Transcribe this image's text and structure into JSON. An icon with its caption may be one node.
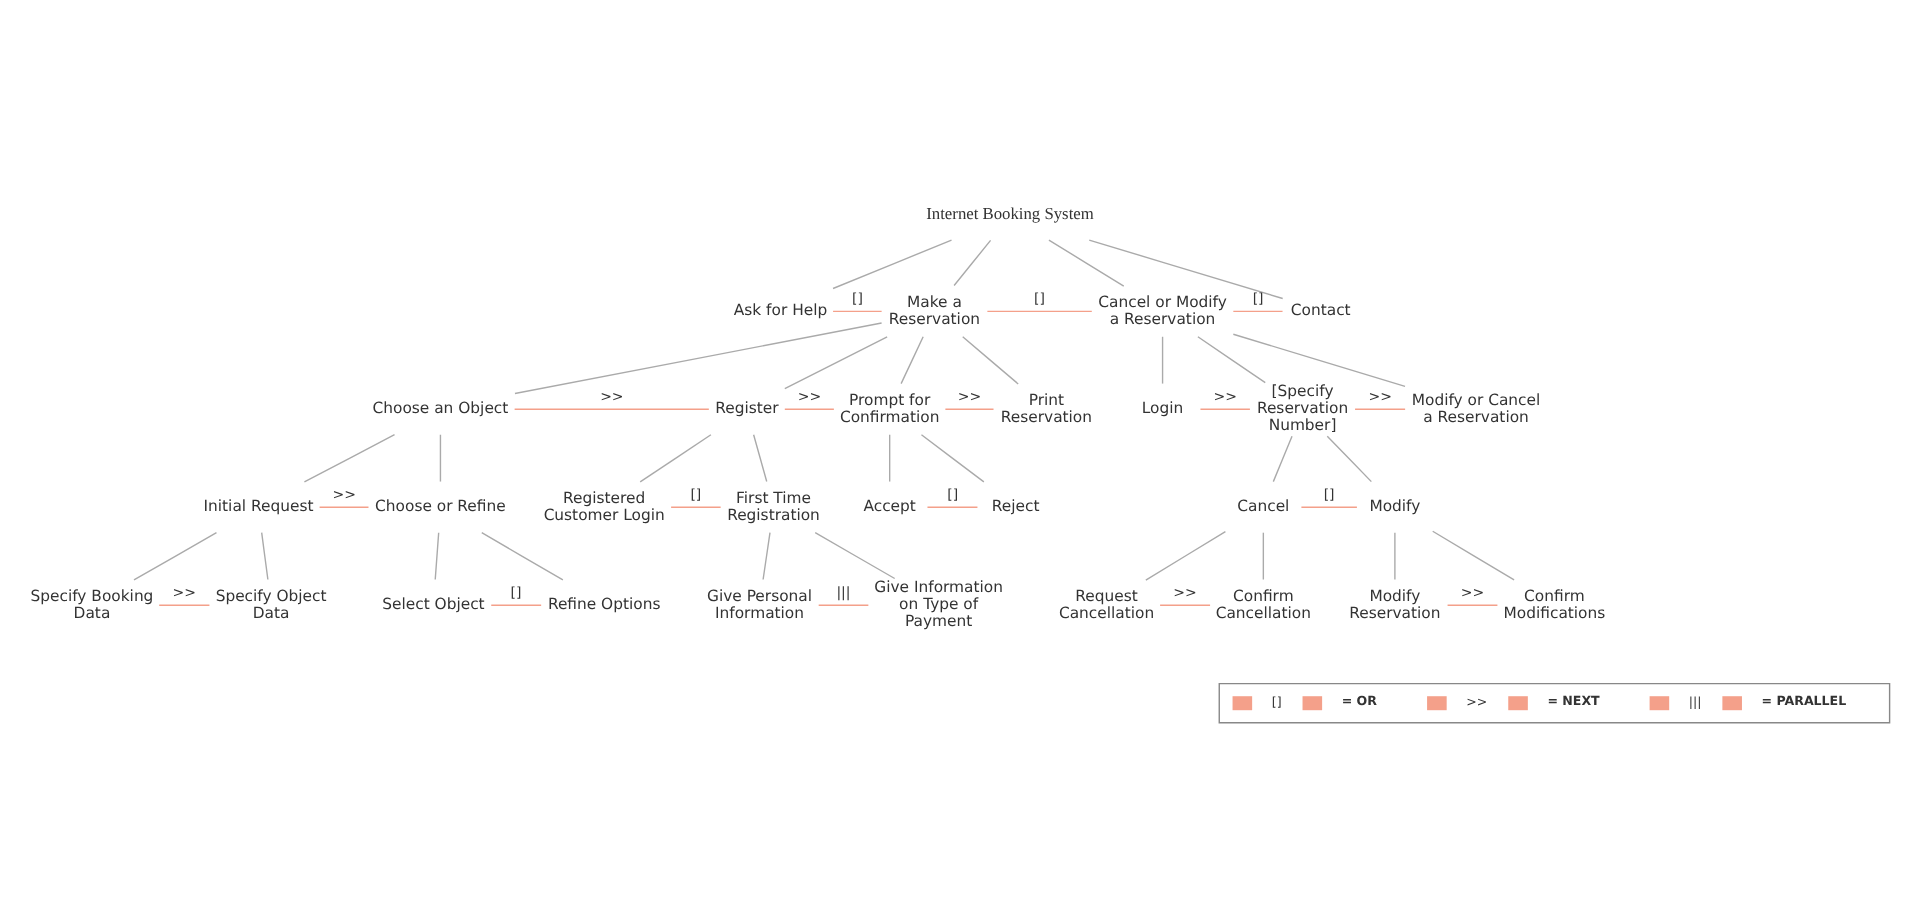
{
  "diagram": {
    "nodes": [
      {
        "text": [
          "Internet Booking System"
        ]
      },
      {
        "text": [
          "Ask for Help"
        ]
      },
      {
        "text": [
          "Make a Reservation"
        ]
      },
      {
        "text": [
          "Cancel or Modify a Reservation"
        ]
      },
      {
        "text": [
          "Contact"
        ]
      },
      {
        "text": [
          "Choose an Object"
        ]
      },
      {
        "text": [
          "Register"
        ]
      },
      {
        "text": [
          "Prompt for Confirmation"
        ]
      },
      {
        "text": [
          "Print Reservation"
        ]
      },
      {
        "text": [
          "Login"
        ]
      },
      {
        "text": [
          "[Specify Reservation Number]"
        ]
      },
      {
        "text": [
          "Modify or Cancel a Reservation"
        ]
      },
      {
        "text": [
          "Initial Request"
        ]
      },
      {
        "text": [
          "Choose or Refine"
        ]
      },
      {
        "text": [
          "Registered Customer Login"
        ]
      },
      {
        "text": [
          "First Time Registration"
        ]
      },
      {
        "text": [
          "Accept"
        ]
      },
      {
        "text": [
          "Reject"
        ]
      },
      {
        "text": [
          "Cancel"
        ]
      },
      {
        "text": [
          "Modify"
        ]
      },
      {
        "text": [
          "Specify Booking Data"
        ]
      },
      {
        "text": [
          "Specify Object Data"
        ]
      },
      {
        "text": [
          "Select Object"
        ]
      },
      {
        "text": [
          "Refine Options"
        ]
      },
      {
        "text": [
          "Give Personal Information"
        ]
      },
      {
        "text": [
          "Give Information on Type of Payment"
        ]
      },
      {
        "text": [
          "Request Cancellation"
        ]
      },
      {
        "text": [
          "Confirm Cancellation"
        ]
      },
      {
        "text": [
          "Modify Reservation"
        ]
      },
      {
        "text": [
          "Confirm Modifications"
        ]
      }
    ],
    "edges": [
      {
        "from": 0,
        "to": 1,
        "arrow": "none"
      },
      {
        "from": 0,
        "to": 2,
        "arrow": "none"
      },
      {
        "from": 0,
        "to": 3,
        "arrow": "none"
      },
      {
        "from": 0,
        "to": 4,
        "arrow": "none"
      },
      {
        "from": 1,
        "to": 2,
        "arrow": "none",
        "label": "[]",
        "color": "#f4a08a"
      },
      {
        "from": 2,
        "to": 3,
        "arrow": "none",
        "label": "[]",
        "color": "#f4a08a"
      },
      {
        "from": 3,
        "to": 4,
        "arrow": "none",
        "label": "[]",
        "color": "#f4a08a"
      },
      {
        "from": 2,
        "to": 5,
        "arrow": "none"
      },
      {
        "from": 2,
        "to": 6,
        "arrow": "none"
      },
      {
        "from": 2,
        "to": 7,
        "arrow": "none"
      },
      {
        "from": 2,
        "to": 8,
        "arrow": "none"
      },
      {
        "from": 5,
        "to": 6,
        "arrow": "none",
        "label": ">>",
        "color": "#f4a08a"
      },
      {
        "from": 6,
        "to": 7,
        "arrow": "none",
        "label": ">>",
        "color": "#f4a08a"
      },
      {
        "from": 7,
        "to": 8,
        "arrow": "none",
        "label": ">>",
        "color": "#f4a08a"
      },
      {
        "from": 3,
        "to": 9,
        "arrow": "none"
      },
      {
        "from": 3,
        "to": 10,
        "arrow": "none"
      },
      {
        "from": 3,
        "to": 11,
        "arrow": "none"
      },
      {
        "from": 9,
        "to": 10,
        "arrow": "none",
        "label": ">>",
        "color": "#f4a08a"
      },
      {
        "from": 10,
        "to": 11,
        "arrow": "none",
        "label": ">>",
        "color": "#f4a08a"
      },
      {
        "from": 5,
        "to": 12,
        "arrow": "none"
      },
      {
        "from": 5,
        "to": 13,
        "arrow": "none"
      },
      {
        "from": 12,
        "to": 13,
        "arrow": "none",
        "label": ">>",
        "color": "#f4a08a"
      },
      {
        "from": 6,
        "to": 14,
        "arrow": "none"
      },
      {
        "from": 6,
        "to": 15,
        "arrow": "none"
      },
      {
        "from": 14,
        "to": 15,
        "arrow": "none",
        "label": "[]",
        "color": "#f4a08a"
      },
      {
        "from": 7,
        "to": 16,
        "arrow": "none"
      },
      {
        "from": 7,
        "to": 17,
        "arrow": "none"
      },
      {
        "from": 16,
        "to": 17,
        "arrow": "none",
        "label": "[]",
        "color": "#f4a08a"
      },
      {
        "from": 10,
        "to": 18,
        "arrow": "none"
      },
      {
        "from": 10,
        "to": 19,
        "arrow": "none"
      },
      {
        "from": 18,
        "to": 19,
        "arrow": "none",
        "label": "[]",
        "color": "#f4a08a"
      },
      {
        "from": 12,
        "to": 20,
        "arrow": "none"
      },
      {
        "from": 12,
        "to": 21,
        "arrow": "none"
      },
      {
        "from": 20,
        "to": 21,
        "arrow": "none",
        "label": ">>",
        "color": "#f4a08a"
      },
      {
        "from": 13,
        "to": 22,
        "arrow": "none"
      },
      {
        "from": 13,
        "to": 23,
        "arrow": "none"
      },
      {
        "from": 22,
        "to": 23,
        "arrow": "none",
        "label": "[]",
        "color": "#f4a08a"
      },
      {
        "from": 15,
        "to": 24,
        "arrow": "none"
      },
      {
        "from": 15,
        "to": 25,
        "arrow": "none"
      },
      {
        "from": 24,
        "to": 25,
        "arrow": "none",
        "label": "|||",
        "color": "#f4a08a"
      },
      {
        "from": 18,
        "to": 26,
        "arrow": "none"
      },
      {
        "from": 18,
        "to": 27,
        "arrow": "none"
      },
      {
        "from": 26,
        "to": 27,
        "arrow": "none",
        "label": ">>",
        "color": "#f4a08a"
      },
      {
        "from": 19,
        "to": 28,
        "arrow": "none"
      },
      {
        "from": 19,
        "to": 29,
        "arrow": "none"
      },
      {
        "from": 28,
        "to": 29,
        "arrow": "none",
        "label": ">>",
        "color": "#f4a08a"
      }
    ],
    "labels": [
      "[]",
      ">>",
      "|||"
    ],
    "legend": [
      {
        "text": "= OR"
      },
      {
        "text": "= NEXT"
      },
      {
        "text": "= PARALLEL"
      }
    ]
  }
}
